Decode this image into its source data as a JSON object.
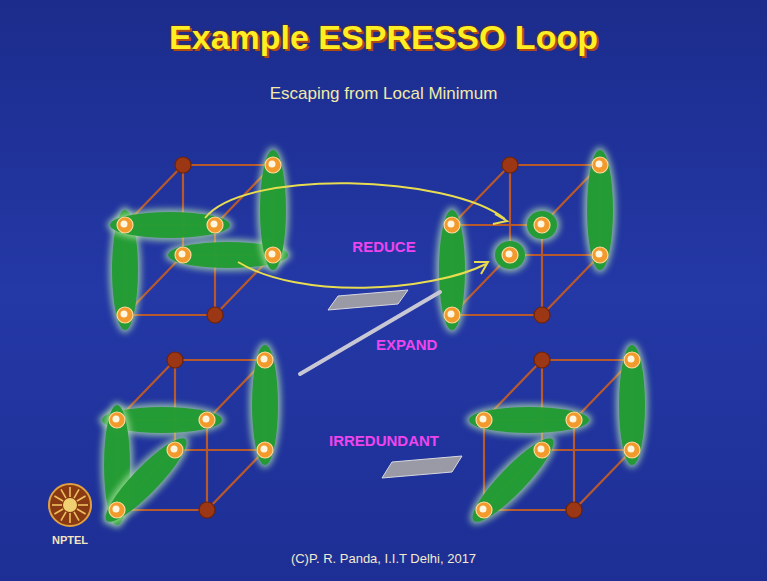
{
  "diagram": {
    "title": "Example ESPRESSO Loop",
    "caption": "(C)P. R. Panda, I.I.T Delhi, 2017",
    "labels": [
      "Escaping from Local Minimum",
      "REDUCE",
      "EXPAND",
      "IRREDUNDANT",
      "NPTEL"
    ]
  }
}
